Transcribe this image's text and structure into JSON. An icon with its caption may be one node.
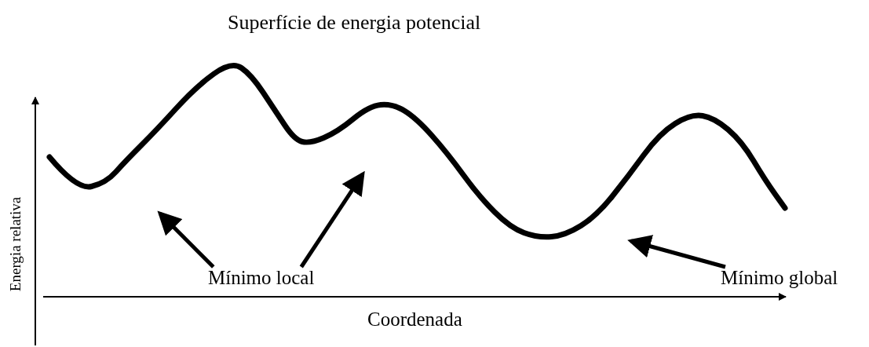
{
  "diagram": {
    "title": "Superfície de energia potencial",
    "nodes": [
      {
        "text": [
          "Mínimo local"
        ]
      },
      {
        "text": [
          "Mínimo global"
        ]
      }
    ],
    "edges": [
      {
        "from": 0,
        "to": null,
        "arrow": "to"
      },
      {
        "from": 0,
        "to": null,
        "arrow": "to"
      },
      {
        "from": 1,
        "to": null,
        "arrow": "to"
      }
    ],
    "labels": [
      "Energia relativa",
      "Coordenada"
    ]
  }
}
